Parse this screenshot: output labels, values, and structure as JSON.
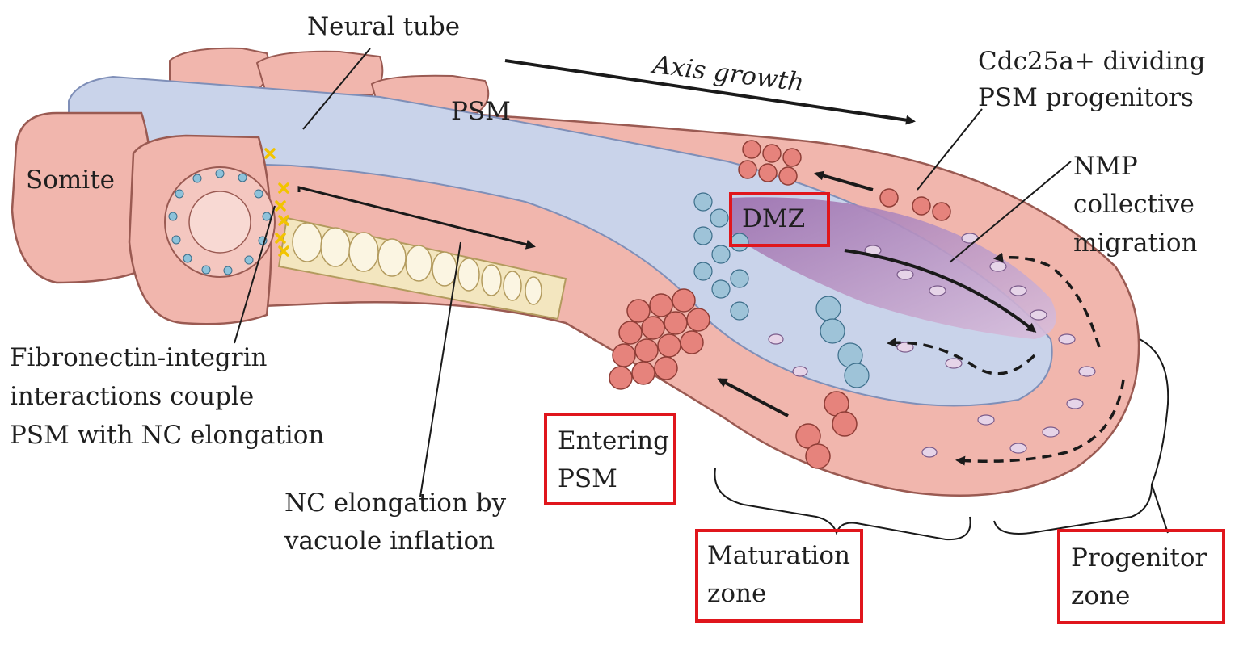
{
  "labels": {
    "neural_tube": "Neural tube",
    "axis_growth": "Axis growth",
    "cdc25a": [
      "Cdc25a+ dividing",
      "PSM progenitors"
    ],
    "psm": "PSM",
    "somite": "Somite",
    "nmp": [
      "NMP",
      "collective",
      "migration"
    ],
    "dmz": "DMZ",
    "fibronectin": [
      "Fibronectin-integrin",
      "interactions couple",
      "PSM with NC elongation"
    ],
    "nc_elongation": [
      "NC elongation by",
      "vacuole inflation"
    ],
    "entering_psm": [
      "Entering",
      "PSM"
    ],
    "maturation_zone": [
      "Maturation",
      "zone"
    ],
    "progenitor_zone": [
      "Progenitor",
      "zone"
    ]
  },
  "colors": {
    "tissue_pink": "#f1b6ad",
    "tissue_outline": "#9a5a52",
    "neural_tube_blue": "#c9d3ea",
    "notochord_cream": "#f3e6bf",
    "progenitor_purple": "#b38cc0",
    "highlight_box": "#e0161c",
    "cell_red": "#e6837c",
    "cell_blue": "#9ec3d8"
  }
}
